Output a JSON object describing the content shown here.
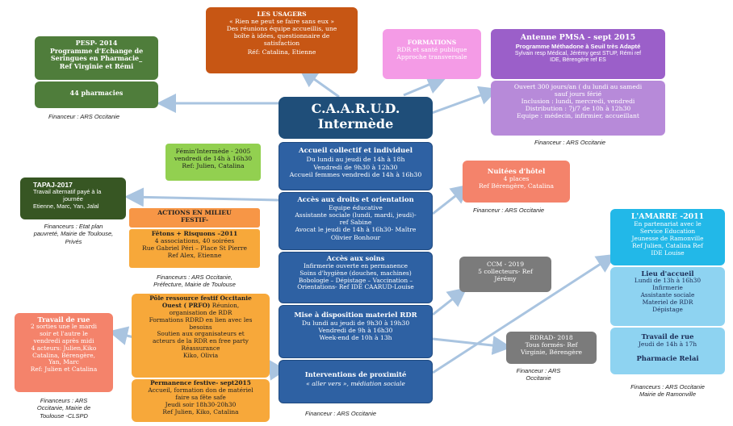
{
  "usagers": {
    "title": "LES USAGERS",
    "quote": "« Rien ne peut se faire sans eux »",
    "lines": [
      "Des réunions équipe accueillis, une",
      "boîte à idées, questionnaire de",
      "satisfaction"
    ],
    "ref": "Réf: Catalina, Etienne"
  },
  "pesp": {
    "title_lines": [
      "PESP- 2014",
      "Programme d'Echange de",
      "Seringues en Pharmacie_"
    ],
    "ref": "Ref  Virginie et Rémi",
    "count": "44 pharmacies",
    "financeur": "Financeur : ARS Occitanie"
  },
  "formations": {
    "title": "FORMATIONS",
    "lines": [
      "RDR et santé publique",
      "Approche transversale"
    ]
  },
  "pmsa": {
    "title": "Antenne PMSA - sept 2015",
    "subtitle": "Programme Méthadone à Seuil très Adapté",
    "lines": [
      "Sylvain resp Médical, Jérémy gest STUP, Rémi ref",
      "IDE, Bérengère ref ES"
    ],
    "details": [
      "Ouvert 300 jours/an ( du lundi au samedi",
      "sauf jours férié",
      "Inclusion : lundi, mercredi, vendredi",
      "Distribution : 7j/7 de 10h à 12h30",
      "Equipe : médecin, infirmier, accueillant"
    ],
    "financeur": "Financeur : ARS Occitanie"
  },
  "caarud": {
    "line1": "C.A.A.R.U.D.",
    "line2": "Intermède"
  },
  "accueil": {
    "title": "Accueil collectif et individuel",
    "lines": [
      "Du lundi au jeudi de 14h à 18h",
      "Vendredi de 9h30 à 12h30",
      "Accueil femmes vendredi de 14h à 16h30"
    ]
  },
  "femin": {
    "lines": [
      "Fémin'Intermède - 2005",
      "vendredi de 14h à 16h30",
      "Ref: Julien, Catalina"
    ]
  },
  "tapaj": {
    "title": "TAPAJ-2017",
    "lines": [
      "Travail alternatif payé à la",
      "journée",
      "Etienne, Marc, Yan, Jalal"
    ],
    "financeur": [
      "Financeurs : Etat plan",
      "pauvreté, Mairie de Toulouse,",
      "Privés"
    ]
  },
  "droits": {
    "title": "Accès aux droits et orientation",
    "lines": [
      "Equipe éducative",
      "Assistante sociale (lundi, mardi, jeudi)-",
      "ref Sabine",
      "Avocat le jeudi de 14h à 16h30- Maître",
      "Olivier Bonhour"
    ]
  },
  "nuitees": {
    "title": "Nuitées d'hôtel",
    "lines": [
      "4 places",
      "Ref Bérengère, Catalina"
    ],
    "financeur": "Financeur : ARS Occitanie"
  },
  "actions": {
    "title": "ACTIONS EN MILIEU FESTIF-",
    "lines": [
      "Fêtons + Risquons –2011",
      "4 associations, 40 soirées",
      "Rue Gabriel Péri – Place St Pierre",
      "Ref Alex, Etienne"
    ],
    "financeur": [
      "Financeurs : ARS Occitanie,",
      "Préfecture, Mairie de Toulouse"
    ]
  },
  "soins": {
    "title": "Accès aux soins",
    "lines": [
      "Infirmerie ouverte en permanence",
      "Soins d'hygiène (douches, machines)",
      "Bobologie – Dépistage – Vaccination –",
      "Orientations- Ref IDE CAARUD-Louise"
    ]
  },
  "ccm": {
    "lines": [
      "CCM - 2019",
      "5 collecteurs- Ref",
      "Jérémy"
    ]
  },
  "amarre": {
    "title": "L'AMARRE -2011",
    "lines": [
      "En partenariat avec le",
      "Service Education",
      "Jeunesse de Ramonville",
      "Ref Julien, Catalina Ref",
      "IDE Louise"
    ]
  },
  "lieu": {
    "title": "Lieu d'accueil",
    "lines": [
      "Lundi de 13h à 16h30",
      "Infirmerie",
      "Assistante sociale",
      "Materiel de RDR",
      "Dépistage"
    ]
  },
  "rue_amarre": {
    "title": "Travail de rue",
    "line": "Jeudi de 14h à 17h",
    "pharmacie": "Pharmacie Relai",
    "financeur": [
      "Financeurs : ARS Occitanie",
      "Mairie de Ramonville"
    ]
  },
  "pole": {
    "lines": [
      "Pôle ressource festif Occitanie",
      "Ouest ( PRFO) Réunion,",
      "organisation de  RDR",
      "Formations RDRD en lien avec les",
      "besoins",
      "Soutien aux organisateurs et",
      "acteurs de la RDR en free party",
      "Réassurance",
      "Kiko, Olivia"
    ],
    "perm_lines": [
      "Permanence festive- sept2015",
      "Accueil, formation don de matériel",
      "faire sa fête safe",
      "Jeudi soir 18h30-20h30",
      "Ref Julien, Kiko, Catalina"
    ]
  },
  "materiel": {
    "title": "Mise à disposition materiel RDR",
    "lines": [
      "Du lundi au jeudi de 9h30 à 19h30",
      "Vendredi de 9h à 16h30",
      "Week-end de 10h à 13h"
    ]
  },
  "rdrad": {
    "lines": [
      "RDRAD- 2018",
      "Tous formés- Ref",
      "Virginie, Bérengère"
    ],
    "financeur": [
      "Financeur : ARS",
      "Occitanie"
    ]
  },
  "travail_rue": {
    "title": "Travail de rue",
    "lines": [
      "2 sorties une le mardi",
      "soir et l'autre le",
      "vendredi après midi",
      "4 acteurs: Julien,Kiko",
      "Catalina, Bérengère,",
      "Yan, Marc",
      "Ref: Julien et Catalina"
    ],
    "financeur": [
      "Financeurs : ARS",
      "Occitanie, Mairie de",
      "Toulouse -CLSPD"
    ]
  },
  "proximite": {
    "title": "Interventions de proximité",
    "subtitle": "« aller vers », médiation sociale",
    "financeur": "Financeur : ARS Occitanie"
  }
}
